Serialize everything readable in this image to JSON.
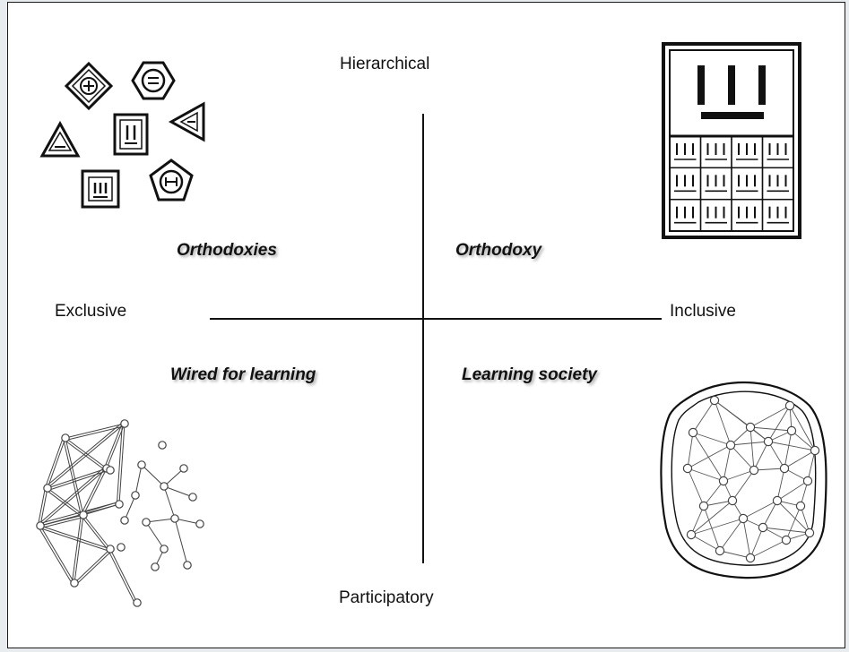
{
  "axes": {
    "top": "Hierarchical",
    "bottom": "Participatory",
    "left": "Exclusive",
    "right": "Inclusive"
  },
  "quadrants": {
    "top_left": "Orthodoxies",
    "top_right": "Orthodoxy",
    "bottom_left": "Wired for learning",
    "bottom_right": "Learning society"
  },
  "illustrations": {
    "top_left": "scattered-hierarchies-icon",
    "top_right": "single-hierarchy-grid-icon",
    "bottom_left": "fragmented-network-icon",
    "bottom_right": "connected-network-icon"
  }
}
